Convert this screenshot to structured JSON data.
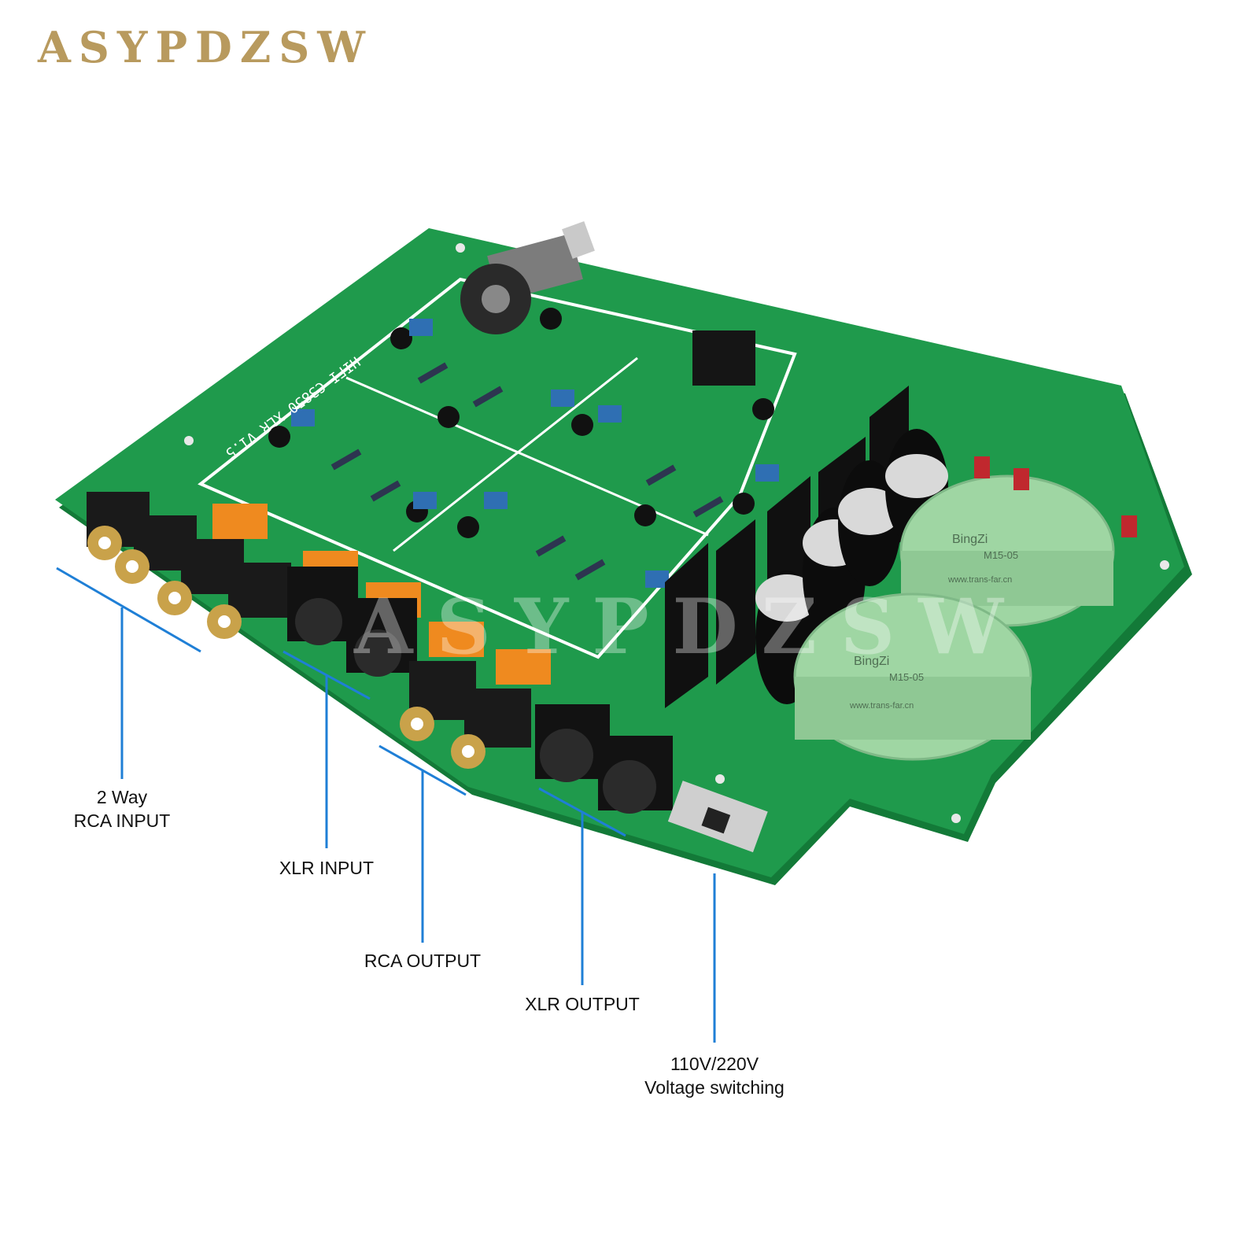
{
  "brand": "ASYPDZSW",
  "watermark": "ASYPDZSW",
  "board_silkscreen": "HIFI C3850 XLR V1.5",
  "transformer_brand": "BingZi",
  "transformer_model": "M15-05",
  "transformer_url": "www.trans-far.cn",
  "callouts": {
    "rca_input_line1": "2 Way",
    "rca_input_line2": "RCA INPUT",
    "xlr_input": "XLR INPUT",
    "rca_output": "RCA OUTPUT",
    "xlr_output": "XLR OUTPUT",
    "voltage_line1": "110V/220V",
    "voltage_line2": "Voltage switching"
  },
  "colors": {
    "pcb": "#1f9a4c",
    "pcb_dark": "#137a38",
    "callout_line": "#1f7fd6",
    "transformer": "#9fd6a3",
    "brand": "#b89a5e"
  }
}
